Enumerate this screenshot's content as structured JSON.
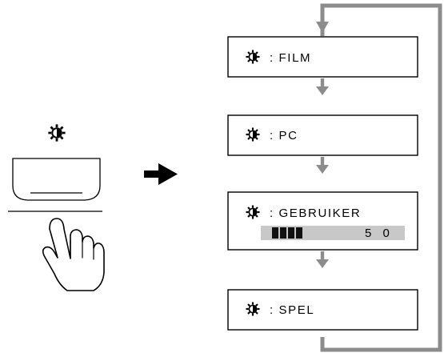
{
  "modes": [
    {
      "label": ": FILM"
    },
    {
      "label": ": PC"
    },
    {
      "label": ": GEBRUIKER",
      "level_value": "5 0",
      "level_fraction": 0.32
    },
    {
      "label": ": SPEL"
    }
  ],
  "colors": {
    "loop_line": "#8c8c8c",
    "box_border": "#000000",
    "level_track": "#c8c8c8",
    "level_fill": "#111111"
  },
  "icons": {
    "brightness": "brightness-icon",
    "hand": "pointing-hand-icon",
    "arrow": "right-arrow-icon"
  }
}
